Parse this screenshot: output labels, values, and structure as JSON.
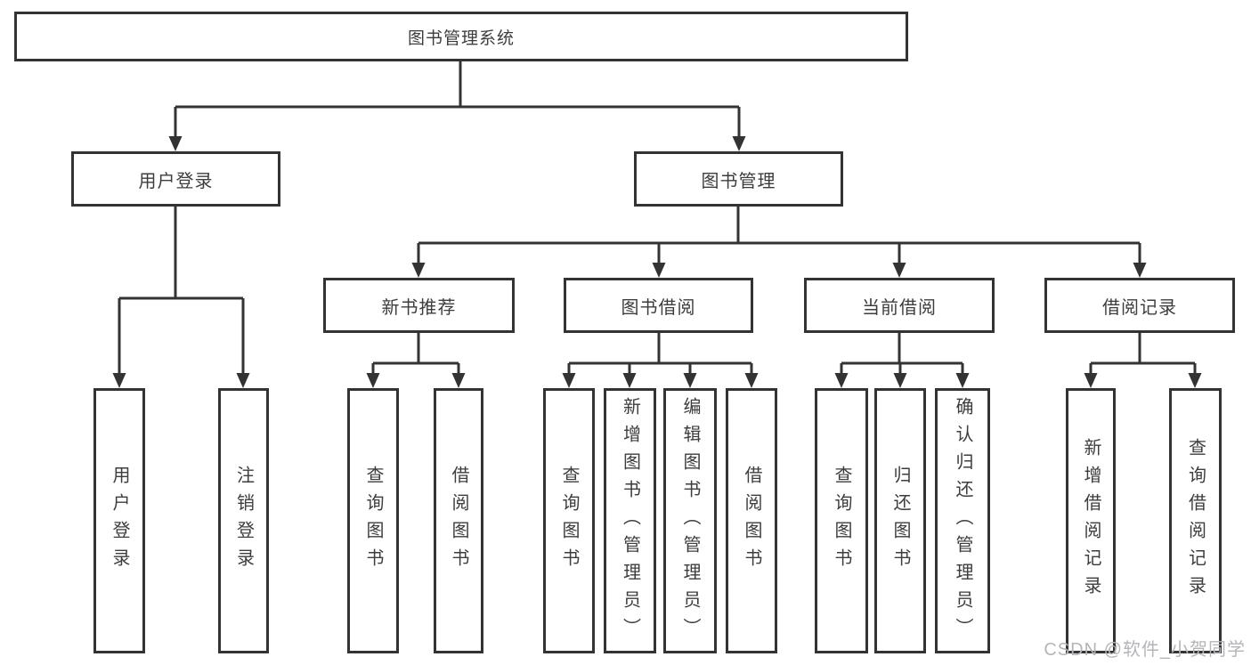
{
  "root": {
    "label": "图书管理系统"
  },
  "level2": {
    "user_login": {
      "label": "用户登录"
    },
    "book_mgmt": {
      "label": "图书管理"
    }
  },
  "level3": {
    "new_book": {
      "label": "新书推荐"
    },
    "book_borrow": {
      "label": "图书借阅"
    },
    "current_borrow": {
      "label": "当前借阅"
    },
    "borrow_records": {
      "label": "借阅记录"
    }
  },
  "leaves": {
    "user_login": "用户登录",
    "logout": "注销登录",
    "query_book_1": "查询图书",
    "borrow_book_1": "借阅图书",
    "query_book_2": "查询图书",
    "add_book": "新增图书（管理员）",
    "edit_book": "编辑图书（管理员）",
    "borrow_book_2": "借阅图书",
    "query_book_3": "查询图书",
    "return_book": "归还图书",
    "confirm_return": "确认归还（管理员）",
    "add_borrow_record": "新增借阅记录",
    "query_borrow_record": "查询借阅记录"
  },
  "watermark": "CSDN @软件_小贺同学",
  "colors": {
    "line": "#333333",
    "text": "#3d3d3d",
    "watermark": "#b5b5b9",
    "box_background": "#ffffff"
  }
}
